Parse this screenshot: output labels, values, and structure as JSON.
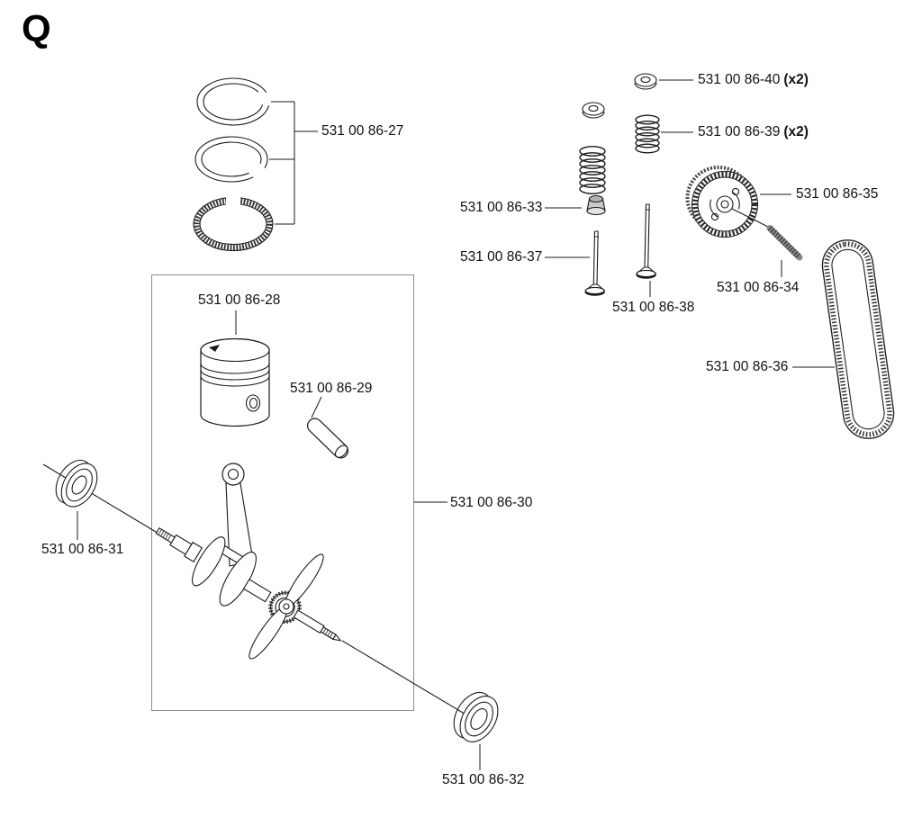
{
  "page": {
    "section_letter": "Q"
  },
  "colors": {
    "ink": "#1a1a1a",
    "frame_box": "#8c8c8c",
    "paper": "#ffffff"
  },
  "parts": {
    "p27": {
      "label": "531 00 86-27"
    },
    "p28": {
      "label": "531 00 86-28"
    },
    "p29": {
      "label": "531 00 86-29"
    },
    "p30": {
      "label": "531 00 86-30"
    },
    "p31": {
      "label": "531 00 86-31"
    },
    "p32": {
      "label": "531 00 86-32"
    },
    "p33": {
      "label": "531 00 86-33"
    },
    "p34": {
      "label": "531 00 86-34"
    },
    "p35": {
      "label": "531 00 86-35"
    },
    "p36": {
      "label": "531 00 86-36"
    },
    "p37": {
      "label": "531 00 86-37"
    },
    "p38": {
      "label": "531 00 86-38"
    },
    "p39": {
      "label": "531 00 86-39",
      "qty": "(x2)"
    },
    "p40": {
      "label": "531 00 86-40",
      "qty": "(x2)"
    }
  }
}
